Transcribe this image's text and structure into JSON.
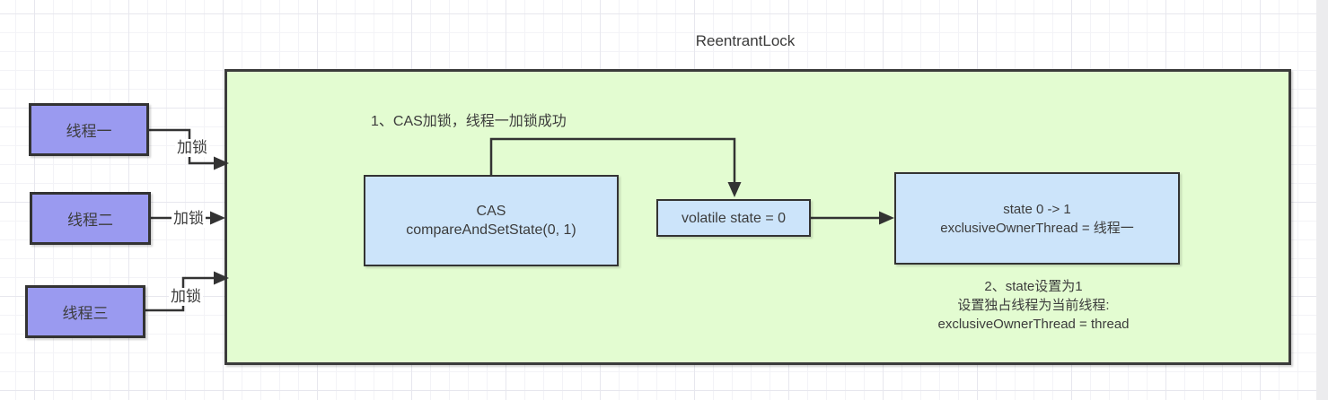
{
  "diagram": {
    "title": "ReentrantLock",
    "threads": [
      {
        "label": "线程一",
        "action": "加锁"
      },
      {
        "label": "线程二",
        "action": "加锁"
      },
      {
        "label": "线程三",
        "action": "加锁"
      }
    ],
    "container": {
      "step1_note": "1、CAS加锁，线程一加锁成功",
      "cas_box": {
        "line1": "CAS",
        "line2": "compareAndSetState(0, 1)"
      },
      "volatile_box": {
        "label": "volatile state = 0"
      },
      "state_box": {
        "line1": "state 0 -> 1",
        "line2": "exclusiveOwnerThread = 线程一"
      },
      "step2_note": {
        "line1": "2、state设置为1",
        "line2": "设置独占线程为当前线程:",
        "line3": "exclusiveOwnerThread = thread"
      }
    },
    "colors": {
      "container_fill": "#e3fcd1",
      "thread_fill": "#9a9af0",
      "node_fill": "#cce4fa",
      "stroke": "#333333"
    }
  }
}
